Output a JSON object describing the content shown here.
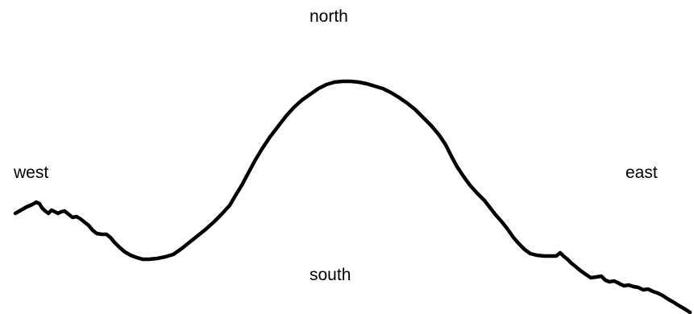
{
  "labels": {
    "north": "north",
    "west": "west",
    "east": "east",
    "south": "south"
  },
  "colors": {
    "line": "#000000",
    "background": "#ffffff"
  }
}
